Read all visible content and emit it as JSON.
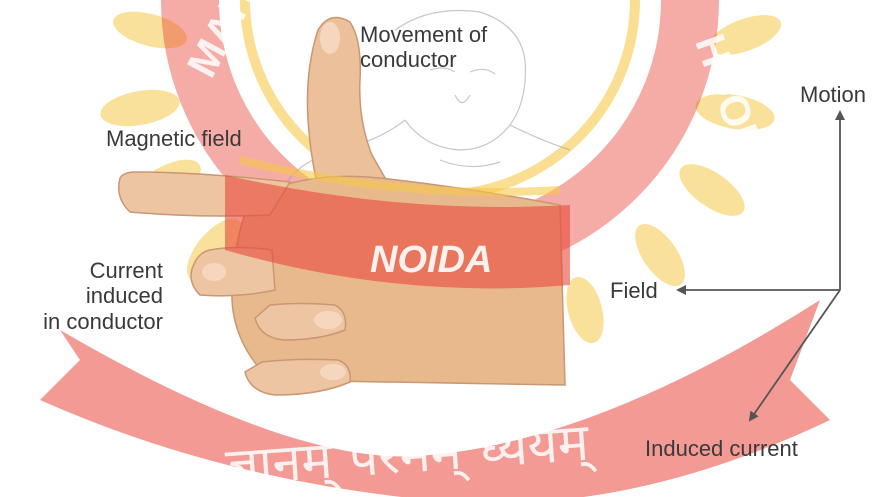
{
  "labels": {
    "movement": [
      "Movement of",
      "conductor"
    ],
    "magnetic_field": "Magnetic field",
    "current": [
      "Current",
      "induced",
      "in conductor"
    ],
    "motion": "Motion",
    "field": "Field",
    "induced_current": "Induced current"
  },
  "watermark": {
    "badge_text": "NOIDA",
    "ring_text": "MAHA ... SCHOOL",
    "motto": "ज्ञानम् परमम् ध्येयम्"
  },
  "colors": {
    "watermark_red": "#e8473a",
    "watermark_yellow": "#f6c84a",
    "label_text": "#3a3a3a",
    "arrow": "#555555",
    "skin": "#e9b98e"
  }
}
